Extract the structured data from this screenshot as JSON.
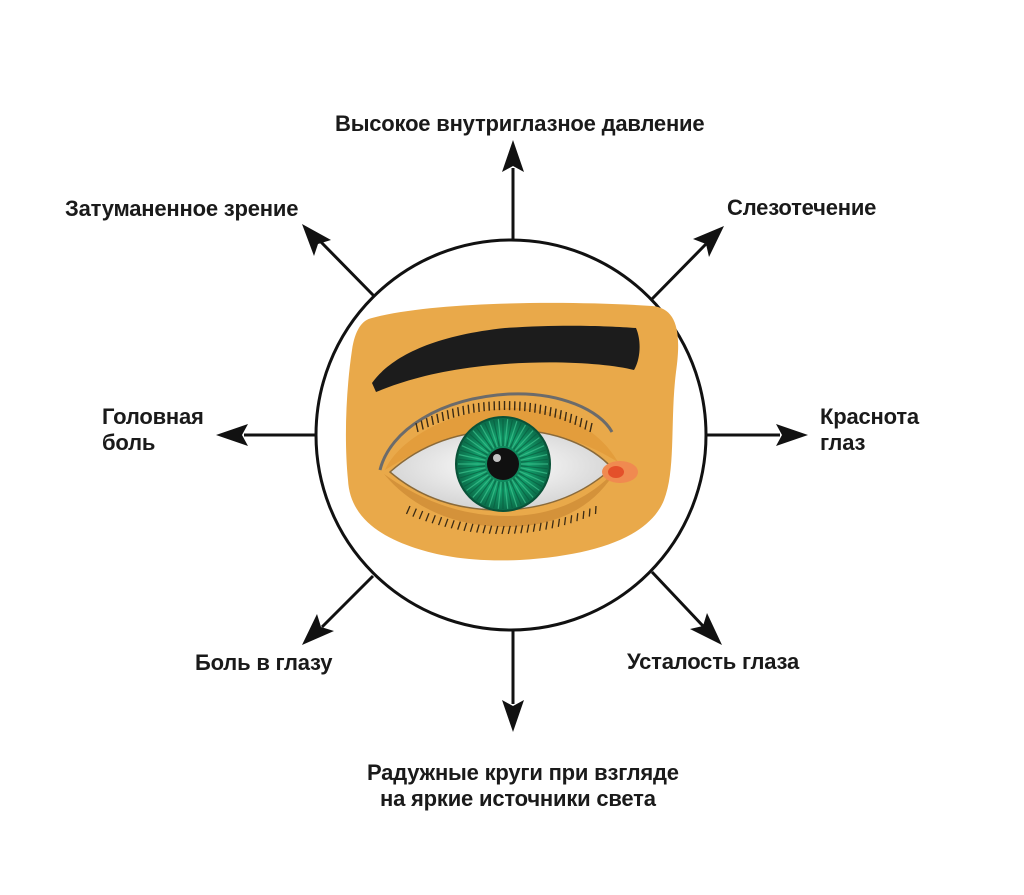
{
  "colors": {
    "skin": "#e9a94a",
    "skin_edge": "#d99a3a",
    "brow": "#1c1c1c",
    "iris": "#0f8a5e",
    "iris_dark": "#0a5e40",
    "pupil": "#101010",
    "sclera": "#f2f2f2",
    "tear_duct": "#f0643a",
    "line": "#111111"
  },
  "icons": {
    "eye": "eye-illustration",
    "arrow": "arrow-icon"
  },
  "symptoms": {
    "top": "Высокое внутриглазное давление",
    "top_left": "Затуманенное зрение",
    "top_right": "Слезотечение",
    "left_line1": "Головная",
    "left_line2": "боль",
    "right_line1": "Краснота",
    "right_line2": "глаз",
    "bottom_left": "Боль в глазу",
    "bottom_right": "Усталость глаза",
    "bottom_line1": "Радужные круги при взгляде",
    "bottom_line2": "на яркие источники света"
  }
}
